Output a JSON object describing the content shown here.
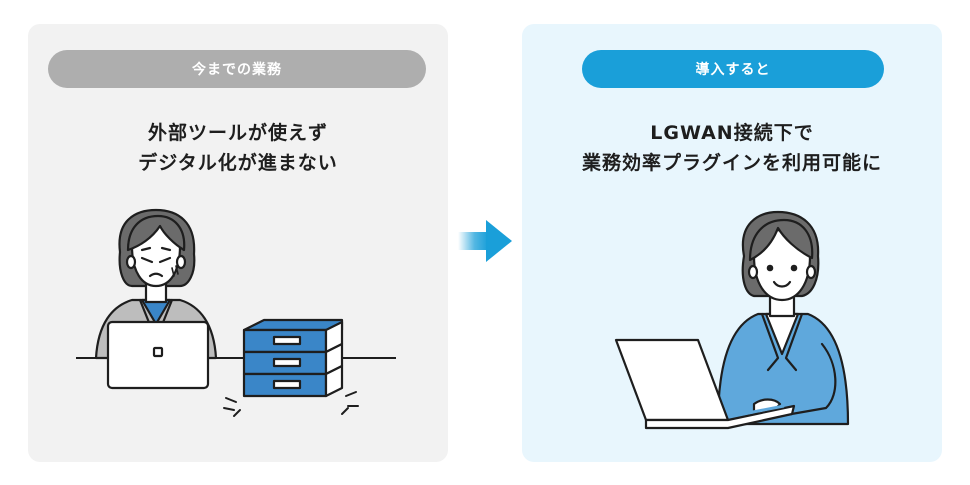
{
  "before": {
    "pill_label": "今までの業務",
    "heading_lines": [
      "外部ツールが使えず",
      "デジタル化が進まない"
    ]
  },
  "after": {
    "pill_label": "導入すると",
    "heading_lines": [
      "LGWAN接続下で",
      "業務効率プラグインを利用可能に"
    ]
  },
  "colors": {
    "before_bg": "#f2f2f2",
    "after_bg": "#e8f6fd",
    "before_pill": "#aeaeae",
    "after_pill": "#1a9fd9",
    "accent_blue": "#3a86c8"
  },
  "icons": [
    "server-stack-icon",
    "laptop-icon",
    "right-arrow-icon"
  ]
}
